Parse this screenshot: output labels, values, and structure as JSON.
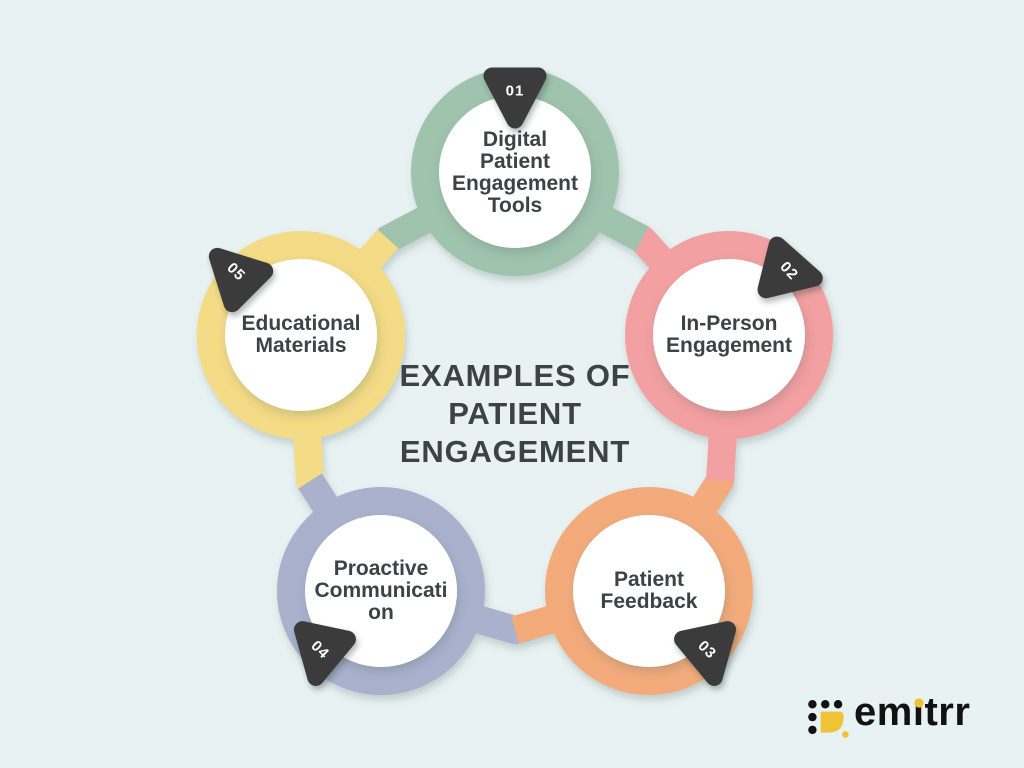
{
  "title": {
    "text": "EXAMPLES OF PATIENT ENGAGEMENT",
    "lines": [
      "EXAMPLES OF",
      "PATIENT",
      "ENGAGEMENT"
    ]
  },
  "nodes": [
    {
      "number": "01",
      "label": "Digital Patient Engagement Tools",
      "label_lines": [
        "Digital",
        "Patient",
        "Engagement",
        "Tools"
      ],
      "color": "#a0c3ad"
    },
    {
      "number": "02",
      "label": "In-Person Engagement",
      "label_lines": [
        "In-Person",
        "Engagement"
      ],
      "color": "#f3a0a2"
    },
    {
      "number": "03",
      "label": "Patient Feedback",
      "label_lines": [
        "Patient",
        "Feedback"
      ],
      "color": "#f3ab7c"
    },
    {
      "number": "04",
      "label": "Proactive Communication",
      "label_lines": [
        "Proactive",
        "Communicati",
        "on"
      ],
      "color": "#a9b1cd"
    },
    {
      "number": "05",
      "label": "Educational Materials",
      "label_lines": [
        "Educational",
        "Materials"
      ],
      "color": "#f4db85"
    }
  ],
  "badge": {
    "bg": "#3b3a3a",
    "text_color": "#ffffff"
  },
  "colors": {
    "background": "#e9f2f2",
    "ink": "#3d4247",
    "node_fill": "#ffffff"
  },
  "logo": {
    "text": "emitrr",
    "text_parts": [
      "em",
      "ı",
      "trr"
    ],
    "ink": "#121212",
    "accent": "#f0c235"
  }
}
